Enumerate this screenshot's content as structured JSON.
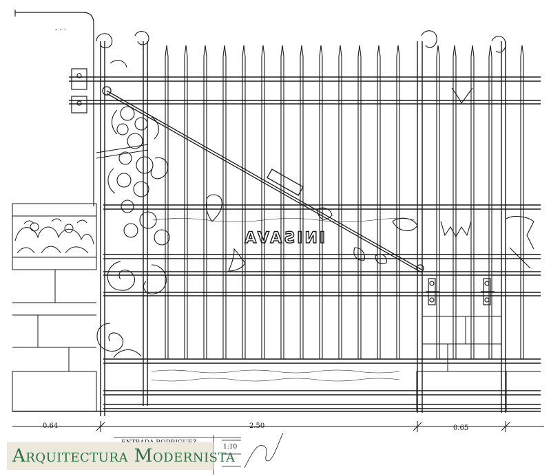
{
  "watermark": {
    "text": "Arquitectura Modernista",
    "color": "#2f6f43",
    "background": "#ece8dc"
  },
  "dimensions": {
    "left": "0.64",
    "center": "2.50",
    "right": "0.65"
  },
  "gate_sign": {
    "text": "INISAVA"
  },
  "title_block": {
    "line1": "ENTRADA RODRIGUEZ",
    "scale": "1:10"
  },
  "colors": {
    "ink": "#1a1a1a",
    "paper": "#ffffff"
  }
}
